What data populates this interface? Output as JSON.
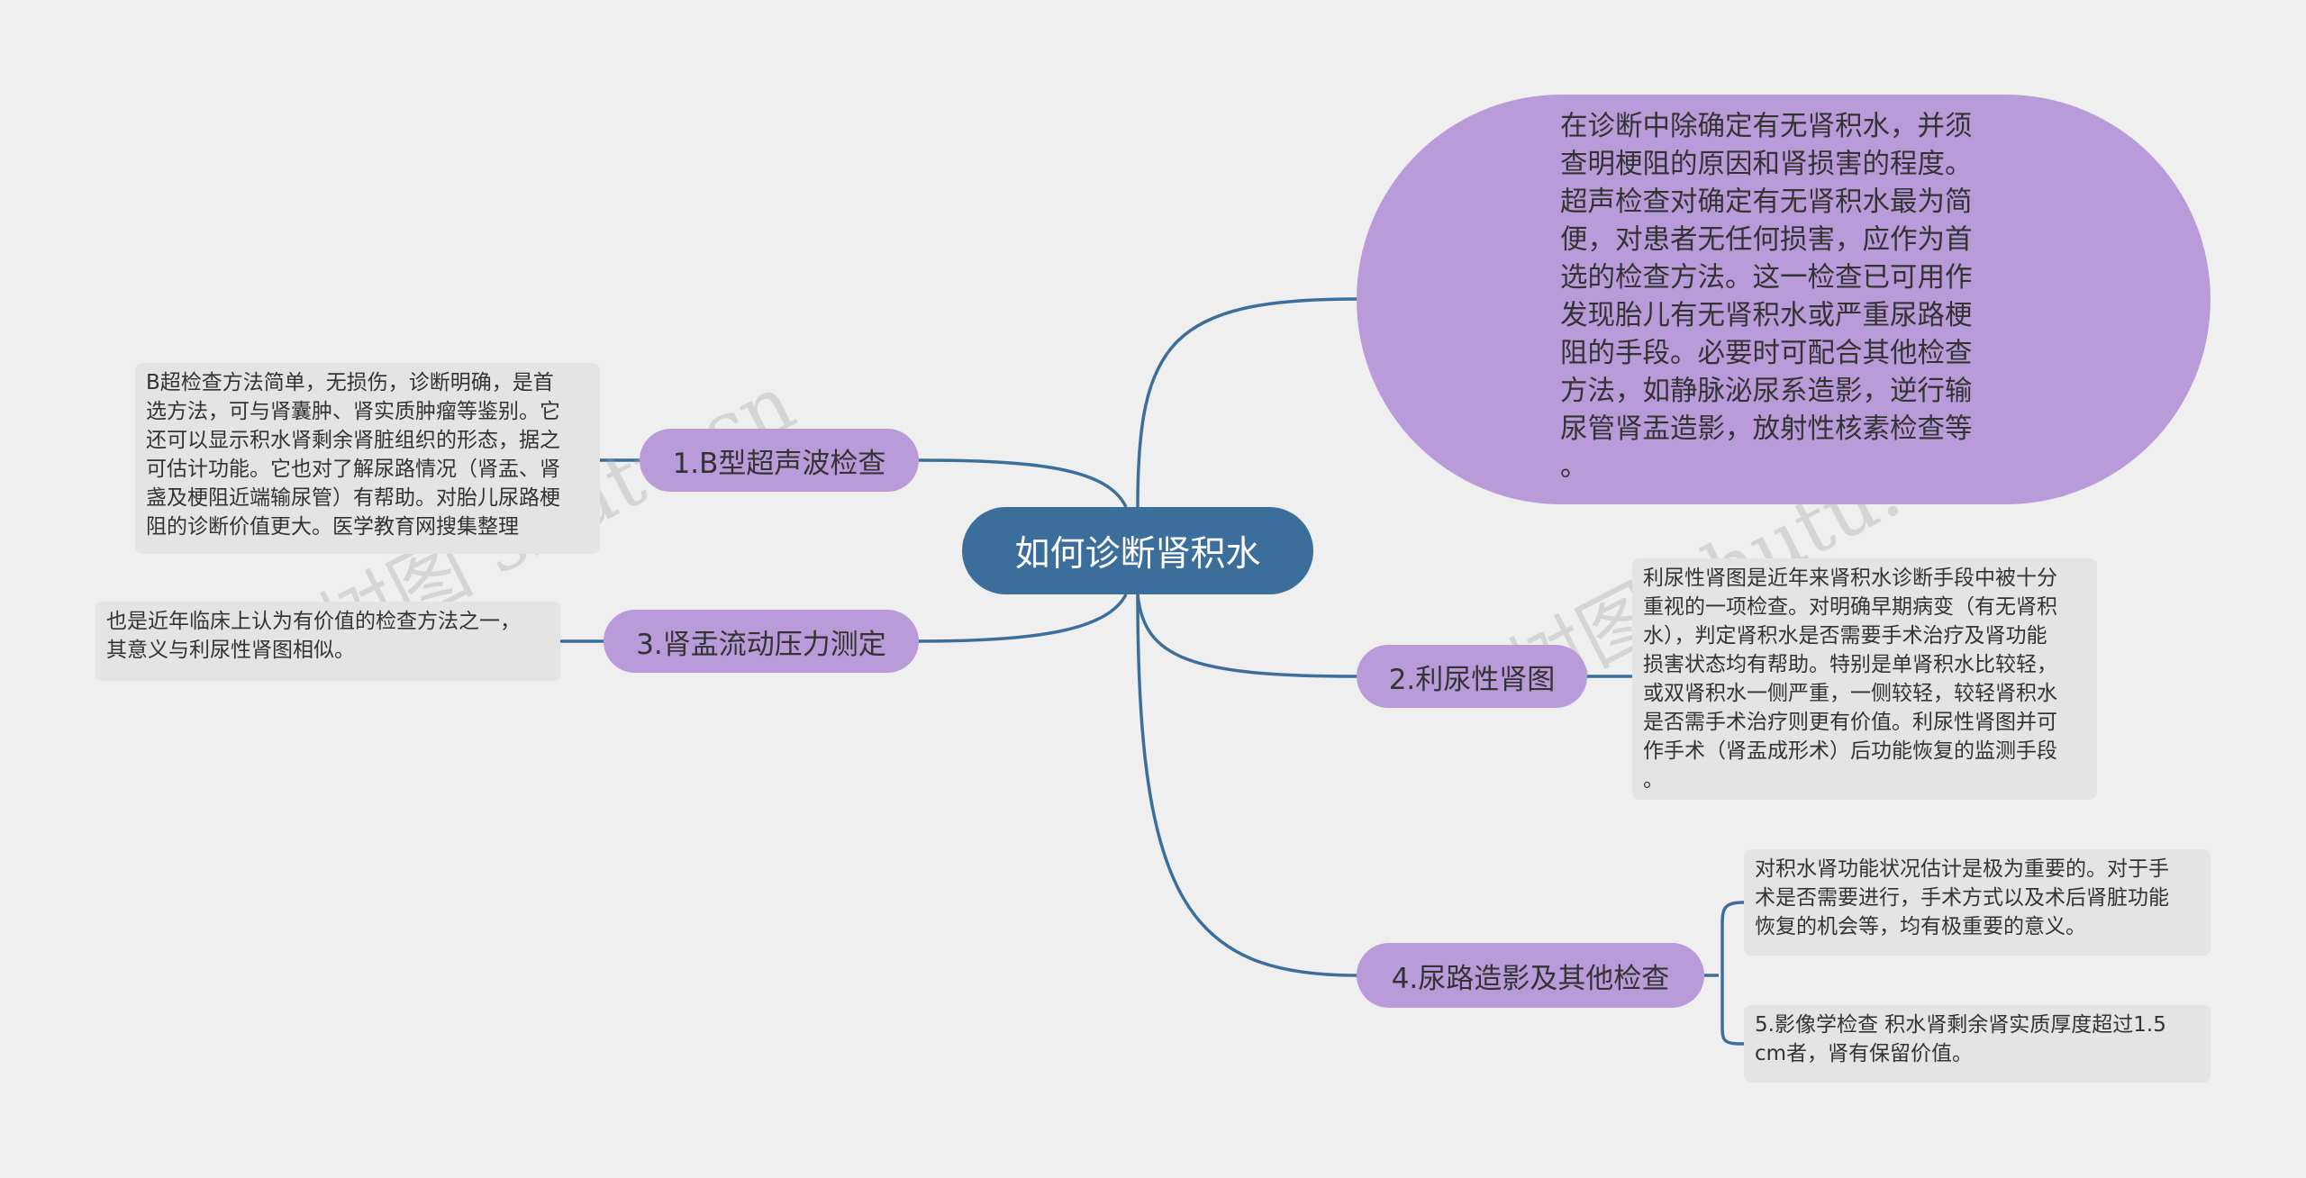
{
  "root": {
    "label": "如何诊断肾积水"
  },
  "branches": {
    "b1": {
      "label": "1.B型超声波检查"
    },
    "b3": {
      "label": "3.肾盂流动压力测定"
    },
    "b2": {
      "label": "2.利尿性肾图"
    },
    "b4": {
      "label": "4.尿路造影及其他检查"
    }
  },
  "leaves": {
    "top": "在诊断中除确定有无肾积水，并须\n查明梗阻的原因和肾损害的程度。\n超声检查对确定有无肾积水最为简\n便，对患者无任何损害，应作为首\n选的检查方法。这一检查已可用作\n发现胎儿有无肾积水或严重尿路梗\n阻的手段。必要时可配合其他检查\n方法，如静脉泌尿系造影，逆行输\n尿管肾盂造影，放射性核素检查等\n。",
    "b1": "B超检查方法简单，无损伤，诊断明确，是首\n选方法，可与肾囊肿、肾实质肿瘤等鉴别。它\n还可以显示积水肾剩余肾脏组织的形态，据之\n可估计功能。它也对了解尿路情况（肾盂、肾\n盏及梗阻近端输尿管）有帮助。对胎儿尿路梗\n阻的诊断价值更大。医学教育网搜集整理",
    "b3": "也是近年临床上认为有价值的检查方法之一，\n其意义与利尿性肾图相似。",
    "b2": "利尿性肾图是近年来肾积水诊断手段中被十分\n重视的一项检查。对明确早期病变（有无肾积\n水），判定肾积水是否需要手术治疗及肾功能\n损害状态均有帮助。特别是单肾积水比较轻，\n或双肾积水一侧严重，一侧较轻，较轻肾积水\n是否需手术治疗则更有价值。利尿性肾图并可\n作手术（肾盂成形术）后功能恢复的监测手段\n。",
    "b4a": "对积水肾功能状况估计是极为重要的。对于手\n术是否需要进行，手术方式以及术后肾脏功能\n恢复的机会等，均有极重要的意义。",
    "b4b": "5.影像学检查 积水肾剩余肾实质厚度超过1.5\ncm者，肾有保留价值。"
  },
  "watermarks": [
    "树图 shutu.cn",
    "树图 shutu.cn"
  ],
  "colors": {
    "root": "#3c6e9c",
    "branch": "#b89bd8",
    "leaf": "#e4e4e4",
    "line": "#3c6e9c"
  }
}
